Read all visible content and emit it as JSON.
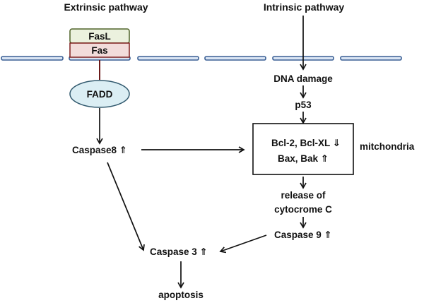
{
  "diagram": {
    "titles": {
      "extrinsic": "Extrinsic pathway",
      "intrinsic": "Intrinsic pathway"
    },
    "receptor": {
      "ligand": "FasL",
      "receptor": "Fas",
      "adaptor": "FADD"
    },
    "nodes": {
      "caspase8": "Caspase8 ⇑",
      "dna_damage": "DNA damage",
      "p53": "p53",
      "mito_line1": "Bcl-2, Bcl-XL ⇓",
      "mito_line2": "Bax, Bak ⇑",
      "mitochondria": "mitchondria",
      "release_line1": "release of",
      "release_line2": "cytocrome C",
      "caspase9": "Caspase 9 ⇑",
      "caspase3": "Caspase 3 ⇑",
      "apoptosis": "apoptosis"
    },
    "colors": {
      "ligand_fill": "#ebf1de",
      "ligand_stroke": "#4f6228",
      "receptor_fill": "#f2dcdb",
      "receptor_stroke": "#7f1f1f",
      "adaptor_fill": "#dbeef4",
      "adaptor_stroke": "#31596e",
      "membrane_fill": "#d9e4f3",
      "membrane_stroke": "#3a5f94"
    }
  }
}
